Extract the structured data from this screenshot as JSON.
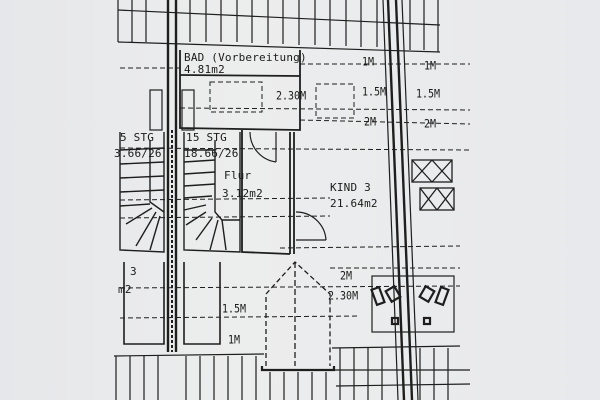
{
  "plan": {
    "rooms": [
      {
        "name": "BAD (Vorbereitung)",
        "area": "4.81m2"
      },
      {
        "name": "Flur",
        "area": "3.12m2"
      },
      {
        "name": "KIND 3",
        "area": "21.64m2"
      }
    ],
    "stairs": [
      {
        "label": "15 STG",
        "dims": "18.66/26"
      },
      {
        "label": "5 STG",
        "dims": "3.66/26"
      }
    ],
    "partial_left_room": {
      "label": "3",
      "area_fragment": "m2"
    },
    "dimension_labels": {
      "top_mid_1m": "1M",
      "top_right_1m": "1M",
      "bad_2_30": "2.30M",
      "mid_1_5": "1.5M",
      "right_1_5": "1.5M",
      "mid_2m": "2M",
      "right_2m": "2M",
      "lower_2m": "2M",
      "lower_2_30": "2.30M",
      "lower_left_1_5": "1.5M",
      "lower_left_1m": "1M"
    }
  },
  "colors": {
    "paper": "#e9eaec",
    "ink": "#1b1b1b"
  }
}
